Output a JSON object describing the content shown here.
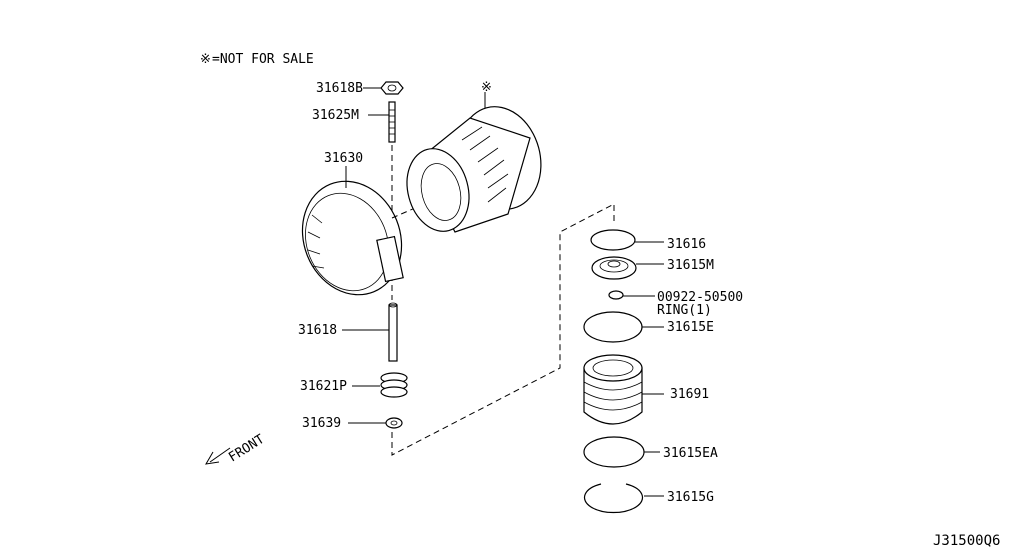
{
  "legend": {
    "symbol": "※",
    "text": "=NOT FOR SALE"
  },
  "diagram_code": "J31500Q6",
  "front_label": "FRONT",
  "asterisk_mark": "※",
  "parts": {
    "p31618B": "31618B",
    "p31625M": "31625M",
    "p31630": "31630",
    "p31618": "31618",
    "p31621P": "31621P",
    "p31639": "31639",
    "p31616": "31616",
    "p31615M": "31615M",
    "p00922": "00922-50500",
    "p00922_sub": "RING(1)",
    "p31615E": "31615E",
    "p31691": "31691",
    "p31615EA": "31615EA",
    "p31615G": "31615G"
  }
}
